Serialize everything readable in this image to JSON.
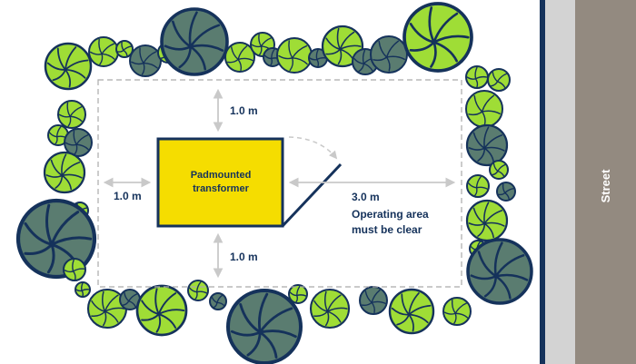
{
  "transformer": {
    "line1": "Padmounted",
    "line2": "transformer"
  },
  "clearances": {
    "top": "1.0 m",
    "left": "1.0 m",
    "bottom": "1.0 m",
    "operating_distance": "3.0 m",
    "operating_line1": "Operating area",
    "operating_line2": "must be clear"
  },
  "street": {
    "label": "Street"
  },
  "colors": {
    "outline": "#15325b",
    "transformer_fill": "#f5dd00",
    "bush_light": "#9fdd36",
    "bush_dark": "#5a7c70",
    "arrow": "#c9c9c9",
    "road": "#938a80",
    "kerb": "#d3d3d3"
  },
  "icons": {
    "bush": "bush-icon",
    "arrow": "double-arrow-icon",
    "door_swing": "door-swing-icon"
  }
}
